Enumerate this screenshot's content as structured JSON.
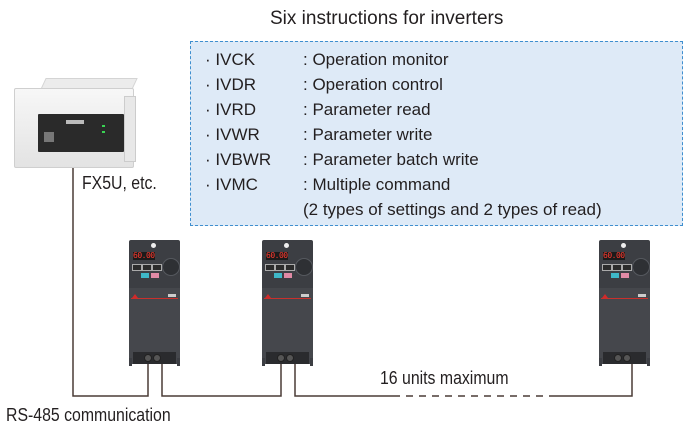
{
  "title": "Six instructions for inverters",
  "instructions": [
    {
      "code": "· IVCK",
      "description": ": Operation monitor"
    },
    {
      "code": "· IVDR",
      "description": ": Operation control"
    },
    {
      "code": "· IVRD",
      "description": ": Parameter read"
    },
    {
      "code": "· IVWR",
      "description": ": Parameter write"
    },
    {
      "code": "· IVBWR",
      "description": ": Parameter batch write"
    },
    {
      "code": "· IVMC",
      "description": ": Multiple command"
    }
  ],
  "instruction_note": "(2 types of settings and 2 types of read)",
  "plc": {
    "label": "FX5U, etc."
  },
  "inverters": [
    {
      "display": "60.00"
    },
    {
      "display": "60.00"
    },
    {
      "display": "60.00"
    }
  ],
  "network": {
    "units_label": "16 units maximum",
    "communication_label": "RS-485 communication"
  },
  "colors": {
    "box_fill": "#deeaf7",
    "box_border": "#3f8fcf",
    "wire": "#4a3c36"
  }
}
